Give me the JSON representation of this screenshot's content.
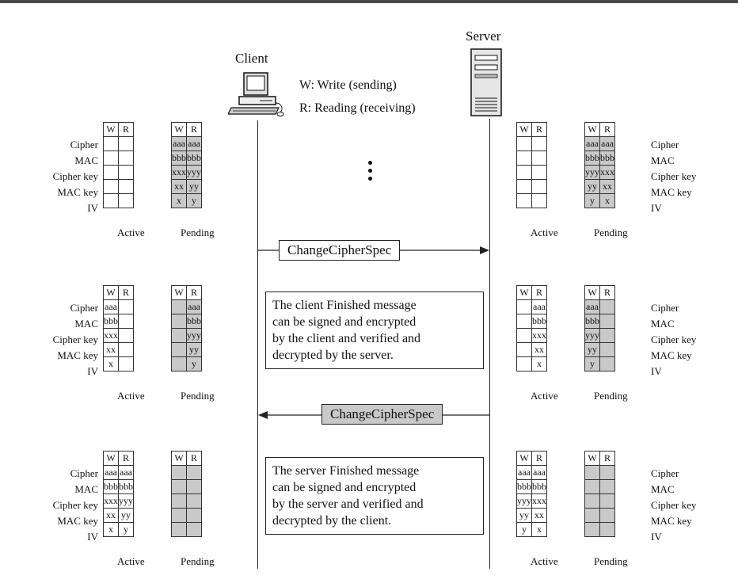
{
  "client_label": "Client",
  "server_label": "Server",
  "legend": {
    "write": "W: Write (sending)",
    "read": "R: Reading (receiving)"
  },
  "headers": {
    "w": "W",
    "r": "R"
  },
  "row_labels": [
    "Cipher",
    "MAC",
    "Cipher key",
    "MAC key",
    "IV"
  ],
  "captions": {
    "active": "Active",
    "pending": "Pending"
  },
  "messages": {
    "client_ccs": "ChangeCipherSpec",
    "server_ccs": "ChangeCipherSpec"
  },
  "notes": {
    "client_finished": [
      "The client Finished message",
      "can be signed and encrypted",
      "by the client and verified and",
      "decrypted by the server."
    ],
    "server_finished": [
      "The server Finished message",
      "can be signed and encrypted",
      "by the server and verified and",
      "decrypted by the client."
    ]
  },
  "states": {
    "client_1": {
      "active_w": [
        "",
        "",
        "",
        "",
        ""
      ],
      "active_r": [
        "",
        "",
        "",
        "",
        ""
      ],
      "pending_w": [
        "aaa",
        "bbb",
        "xxx",
        "xx",
        "x"
      ],
      "pending_r": [
        "aaa",
        "bbb",
        "yyy",
        "yy",
        "y"
      ]
    },
    "server_1": {
      "active_w": [
        "",
        "",
        "",
        "",
        ""
      ],
      "active_r": [
        "",
        "",
        "",
        "",
        ""
      ],
      "pending_w": [
        "aaa",
        "bbb",
        "yyy",
        "yy",
        "y"
      ],
      "pending_r": [
        "aaa",
        "bbb",
        "xxx",
        "xx",
        "x"
      ]
    },
    "client_2": {
      "active_w": [
        "aaa",
        "bbb",
        "xxx",
        "xx",
        "x"
      ],
      "active_r": [
        "",
        "",
        "",
        "",
        ""
      ],
      "pending_w": [
        "",
        "",
        "",
        "",
        ""
      ],
      "pending_r": [
        "aaa",
        "bbb",
        "yyy",
        "yy",
        "y"
      ]
    },
    "server_2": {
      "active_w": [
        "",
        "",
        "",
        "",
        ""
      ],
      "active_r": [
        "aaa",
        "bbb",
        "xxx",
        "xx",
        "x"
      ],
      "pending_w": [
        "aaa",
        "bbb",
        "yyy",
        "yy",
        "y"
      ],
      "pending_r": [
        "",
        "",
        "",
        "",
        ""
      ]
    },
    "client_3": {
      "active_w": [
        "aaa",
        "bbb",
        "xxx",
        "xx",
        "x"
      ],
      "active_r": [
        "aaa",
        "bbb",
        "yyy",
        "yy",
        "y"
      ],
      "pending_w": [
        "",
        "",
        "",
        "",
        ""
      ],
      "pending_r": [
        "",
        "",
        "",
        "",
        ""
      ]
    },
    "server_3": {
      "active_w": [
        "aaa",
        "bbb",
        "yyy",
        "yy",
        "y"
      ],
      "active_r": [
        "aaa",
        "bbb",
        "xxx",
        "xx",
        "x"
      ],
      "pending_w": [
        "",
        "",
        "",
        "",
        ""
      ],
      "pending_r": [
        "",
        "",
        "",
        "",
        ""
      ]
    }
  },
  "colors": {
    "shade": "#c9c9c9",
    "line": "#222222"
  },
  "icons": {
    "client": "desktop-computer-icon",
    "server": "tower-server-icon"
  }
}
